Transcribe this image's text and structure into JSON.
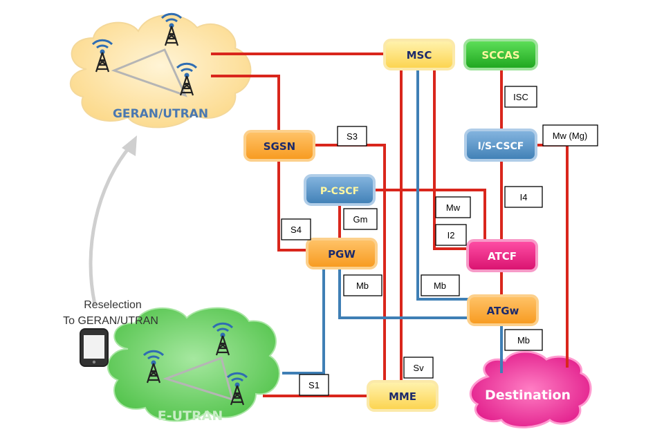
{
  "clouds": {
    "geran": "GERAN/UTRAN",
    "eutran": "E-UTRAN",
    "destination": "Destination"
  },
  "nodes": {
    "msc": "MSC",
    "sccas": "SCCAS",
    "sgsn": "SGSN",
    "pcscf": "P-CSCF",
    "iscscf": "I/S-CSCF",
    "pgw": "PGW",
    "atcf": "ATCF",
    "atgw": "ATGw",
    "mme": "MME"
  },
  "interfaces": {
    "s3": "S3",
    "isc": "ISC",
    "mw_mg": "Mw (Mg)",
    "gm": "Gm",
    "mw": "Mw",
    "i4": "I4",
    "s4": "S4",
    "i2": "I2",
    "mb_pgw": "Mb",
    "mb_atcf": "Mb",
    "mb_dest": "Mb",
    "sv": "Sv",
    "s1": "S1"
  },
  "reselection": {
    "line1": "Reselection",
    "line2": "To GERAN/UTRAN"
  },
  "colors": {
    "red_link": "#d9261c",
    "blue_link": "#3f7fb5",
    "orange_node": "#f9a63a",
    "yellow_node": "#fde68a",
    "blue_node": "#5b95c9",
    "green_node": "#33b733",
    "magenta_node": "#e8197c",
    "geran_cloud": "#fde7b2",
    "eutran_cloud": "#7fd27a",
    "destination_cloud": "#f03ea0"
  },
  "icons": [
    "antenna-tower-icon",
    "mobile-phone-icon",
    "curved-arrow-icon"
  ]
}
